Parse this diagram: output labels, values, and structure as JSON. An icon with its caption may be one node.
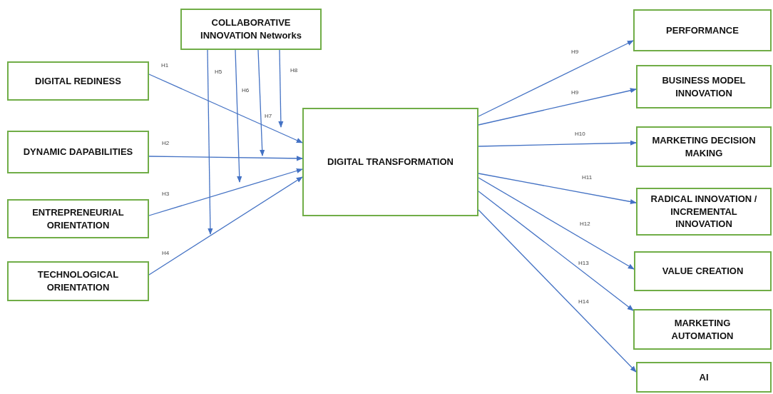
{
  "diagram": {
    "nodes": [
      {
        "text": [
          "COLLABORATIVE INNOVATION Networks"
        ]
      },
      {
        "text": [
          "DIGITAL REDINESS"
        ]
      },
      {
        "text": [
          "DYNAMIC DAPABILITIES"
        ]
      },
      {
        "text": [
          "ENTREPRENEURIAL ORIENTATION"
        ]
      },
      {
        "text": [
          "TECHNOLOGICAL ORIENTATION"
        ]
      },
      {
        "text": [
          "DIGITAL TRANSFORMATION"
        ]
      },
      {
        "text": [
          "PERFORMANCE"
        ]
      },
      {
        "text": [
          "BUSINESS MODEL INNOVATION"
        ]
      },
      {
        "text": [
          "MARKETING DECISION MAKING"
        ]
      },
      {
        "text": [
          "RADICAL INNOVATION / INCREMENTAL INNOVATION"
        ]
      },
      {
        "text": [
          "VALUE CREATION"
        ]
      },
      {
        "text": [
          "MARKETING AUTOMATION"
        ]
      },
      {
        "text": [
          "AI"
        ]
      }
    ],
    "edges": [
      {
        "from": 1,
        "to": 5,
        "arrow": "to",
        "label": "H1"
      },
      {
        "from": 2,
        "to": 5,
        "arrow": "to",
        "label": "H2"
      },
      {
        "from": 3,
        "to": 5,
        "arrow": "to",
        "label": "H3"
      },
      {
        "from": 4,
        "to": 5,
        "arrow": "to",
        "label": "H4"
      },
      {
        "from": 0,
        "to": null,
        "arrow": "to",
        "label": "H5"
      },
      {
        "from": 0,
        "to": null,
        "arrow": "to",
        "label": "H6"
      },
      {
        "from": 0,
        "to": null,
        "arrow": "to",
        "label": "H7"
      },
      {
        "from": 0,
        "to": null,
        "arrow": "to",
        "label": "H8"
      },
      {
        "from": 5,
        "to": 6,
        "arrow": "to",
        "label": "H9"
      },
      {
        "from": 5,
        "to": 7,
        "arrow": "to",
        "label": "H9"
      },
      {
        "from": 5,
        "to": 8,
        "arrow": "to",
        "label": "H10"
      },
      {
        "from": 5,
        "to": 9,
        "arrow": "to",
        "label": "H11"
      },
      {
        "from": 5,
        "to": 10,
        "arrow": "to",
        "label": "H12"
      },
      {
        "from": 5,
        "to": 11,
        "arrow": "to",
        "label": "H13"
      },
      {
        "from": 5,
        "to": 12,
        "arrow": "to",
        "label": "H14"
      }
    ]
  }
}
